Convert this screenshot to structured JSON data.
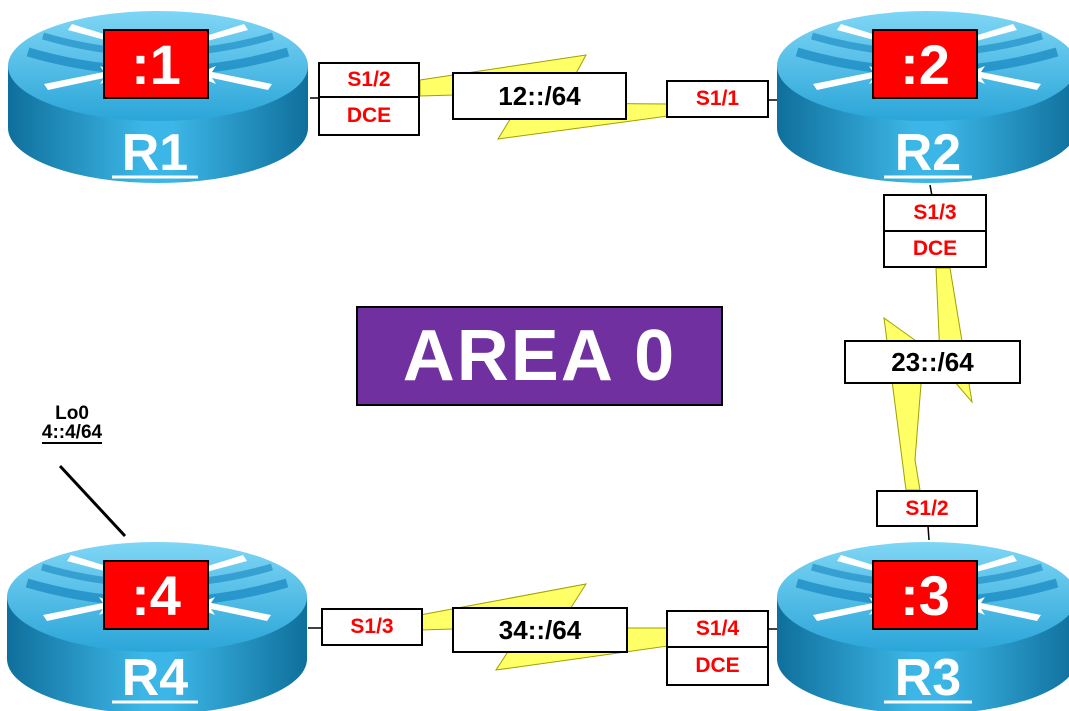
{
  "area": {
    "label": "AREA 0"
  },
  "routers": [
    {
      "name": "R1",
      "id": ":1"
    },
    {
      "name": "R2",
      "id": ":2"
    },
    {
      "name": "R3",
      "id": ":3"
    },
    {
      "name": "R4",
      "id": ":4"
    }
  ],
  "links": {
    "r1_r2": {
      "network": "12::/64",
      "r1_if": "S1/2",
      "r1_role": "DCE",
      "r2_if": "S1/1"
    },
    "r2_r3": {
      "network": "23::/64",
      "r2_if": "S1/3",
      "r2_role": "DCE",
      "r3_if": "S1/2"
    },
    "r3_r4": {
      "network": "34::/64",
      "r3_if": "S1/4",
      "r3_role": "DCE",
      "r4_if": "S1/3"
    }
  },
  "loopback": {
    "name": "Lo0",
    "address": "4::4/64"
  },
  "colors": {
    "area_fill": "#7030a0",
    "router_id_fill": "#ff0000",
    "interface_text": "#ff0000",
    "serial_bolt": "#ffff66",
    "router_body": "#1b9fd6"
  }
}
